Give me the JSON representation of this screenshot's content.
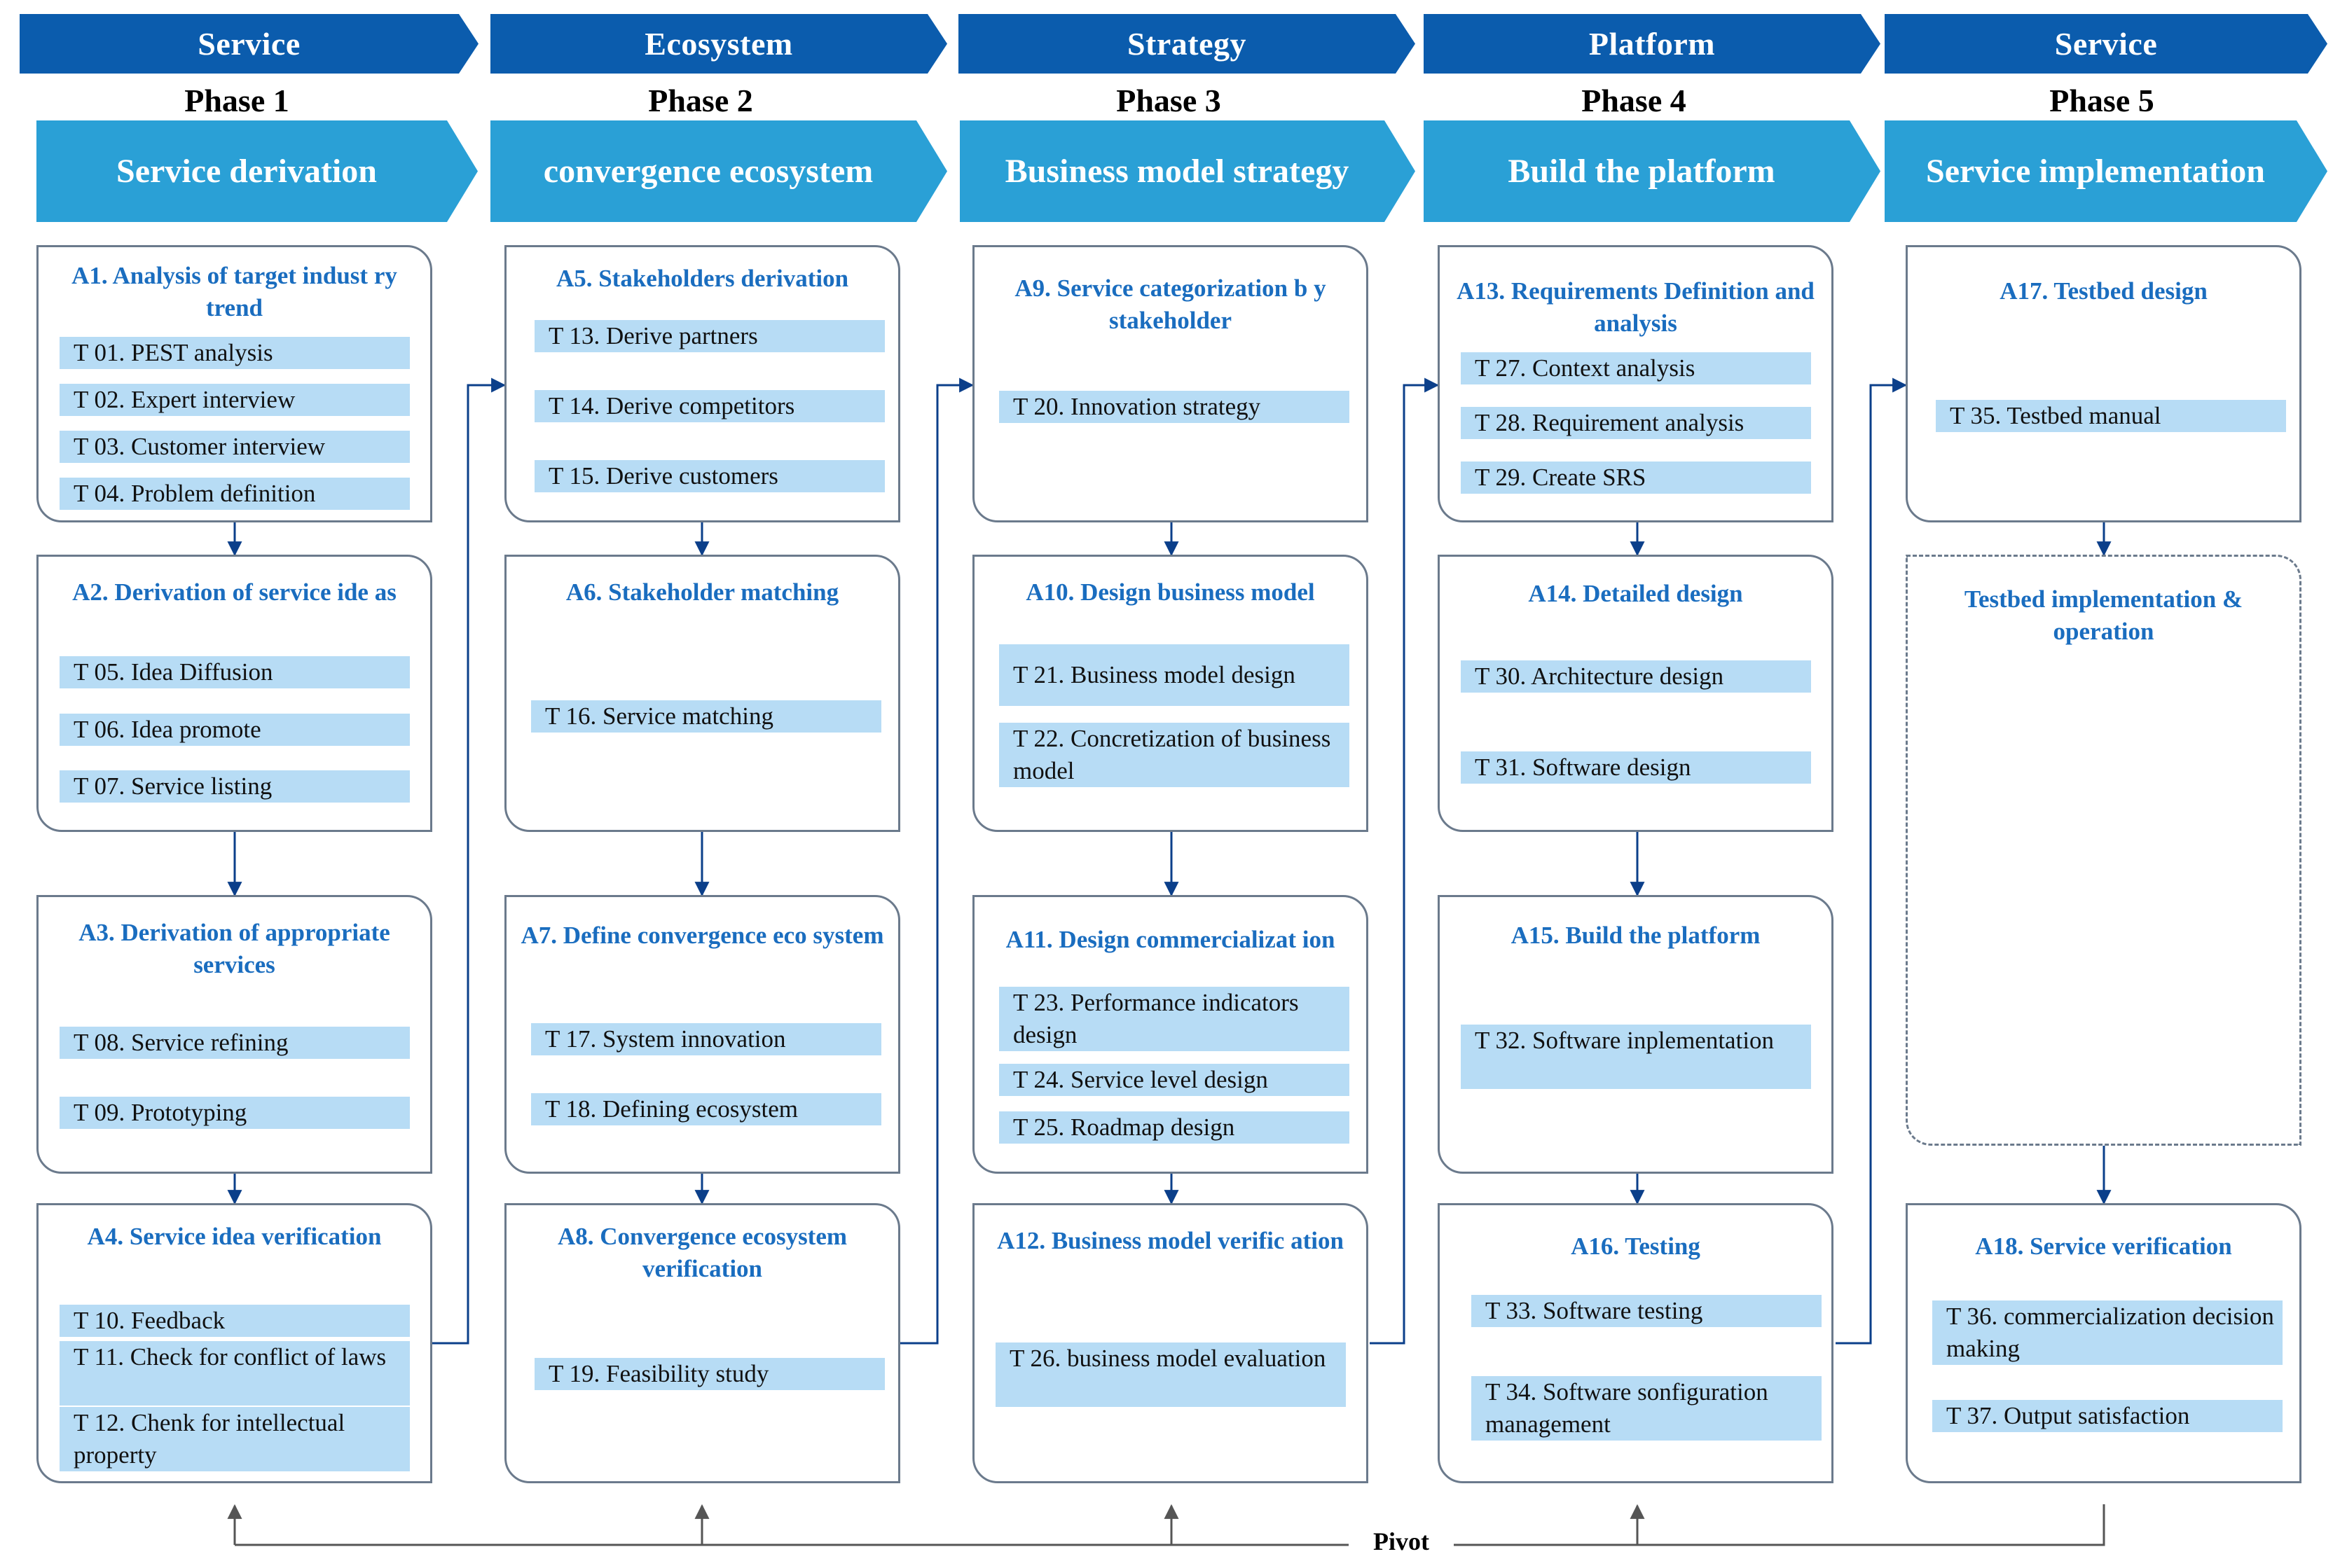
{
  "colors": {
    "dark_blue": "#0b5cad",
    "light_blue_arrow": "#2aa0d6",
    "title_text": "#1a6dbf",
    "task_fill": "#b7dcf5",
    "box_border": "#6b7a8c"
  },
  "header": [
    {
      "stage": "Service",
      "phase": "Phase 1",
      "name": "Service derivation"
    },
    {
      "stage": "Ecosystem",
      "phase": "Phase 2",
      "name": "convergence ecosystem"
    },
    {
      "stage": "Strategy",
      "phase": "Phase 3",
      "name": "Business model strategy"
    },
    {
      "stage": "Platform",
      "phase": "Phase 4",
      "name": "Build the platform"
    },
    {
      "stage": "Service",
      "phase": "Phase 5",
      "name": "Service implementation"
    }
  ],
  "activities": {
    "a1": {
      "title": "A1. Analysis of target indust ry trend",
      "tasks": [
        "T 01. PEST analysis",
        "T 02. Expert interview",
        "T 03. Customer interview",
        "T 04. Problem definition"
      ]
    },
    "a2": {
      "title": "A2. Derivation of service ide as",
      "tasks": [
        "T 05. Idea Diffusion",
        "T 06. Idea promote",
        "T 07. Service listing"
      ]
    },
    "a3": {
      "title": "A3. Derivation of appropriate services",
      "tasks": [
        "T 08. Service refining",
        "T 09. Prototyping"
      ]
    },
    "a4": {
      "title": "A4. Service idea verification",
      "tasks": [
        "T 10. Feedback",
        "T 11. Check   for   conflict of  laws",
        "T 12. Chenk  for intellectual property"
      ]
    },
    "a5": {
      "title": "A5. Stakeholders derivation",
      "tasks": [
        "T 13. Derive partners",
        "T 14. Derive competitors",
        "T 15. Derive customers"
      ]
    },
    "a6": {
      "title": "A6. Stakeholder matching",
      "tasks": [
        "T 16. Service matching"
      ]
    },
    "a7": {
      "title": "A7. Define convergence eco system",
      "tasks": [
        "T 17. System innovation",
        "T 18. Defining ecosystem"
      ]
    },
    "a8": {
      "title": "A8. Convergence ecosystem verification",
      "tasks": [
        "T 19. Feasibility study"
      ]
    },
    "a9": {
      "title": "A9. Service categorization b y stakeholder",
      "tasks": [
        "T 20. Innovation strategy"
      ]
    },
    "a10": {
      "title": "A10. Design business model",
      "tasks": [
        "T 21. Business model design",
        "T 22. Concretization of business model"
      ]
    },
    "a11": {
      "title": "A11. Design commercializat ion",
      "tasks": [
        "T 23. Performance indicators design",
        "T 24. Service level design",
        "T 25. Roadmap design"
      ]
    },
    "a12": {
      "title": "A12. Business model verific ation",
      "tasks": [
        "T 26. business model evaluation"
      ]
    },
    "a13": {
      "title": "A13. Requirements Definition and analysis",
      "tasks": [
        "T 27. Context analysis",
        "T 28. Requirement analysis",
        "T 29. Create SRS"
      ]
    },
    "a14": {
      "title": "A14. Detailed design",
      "tasks": [
        "T 30. Architecture design",
        "T 31. Software design"
      ]
    },
    "a15": {
      "title": "A15. Build the platform",
      "tasks": [
        "T 32. Software inplementation"
      ]
    },
    "a16": {
      "title": "A16. Testing",
      "tasks": [
        "T 33. Software testing",
        "T 34. Software sonfiguration management"
      ]
    },
    "a17": {
      "title": "A17. Testbed design",
      "tasks": [
        "T 35. Testbed manual"
      ]
    },
    "testbed": {
      "title": "Testbed implementation & operation",
      "tasks": []
    },
    "a18": {
      "title": "A18. Service verification",
      "tasks": [
        "T 36. commercialization decision making",
        "T 37. Output satisfaction"
      ]
    }
  },
  "pivot_label": "Pivot"
}
